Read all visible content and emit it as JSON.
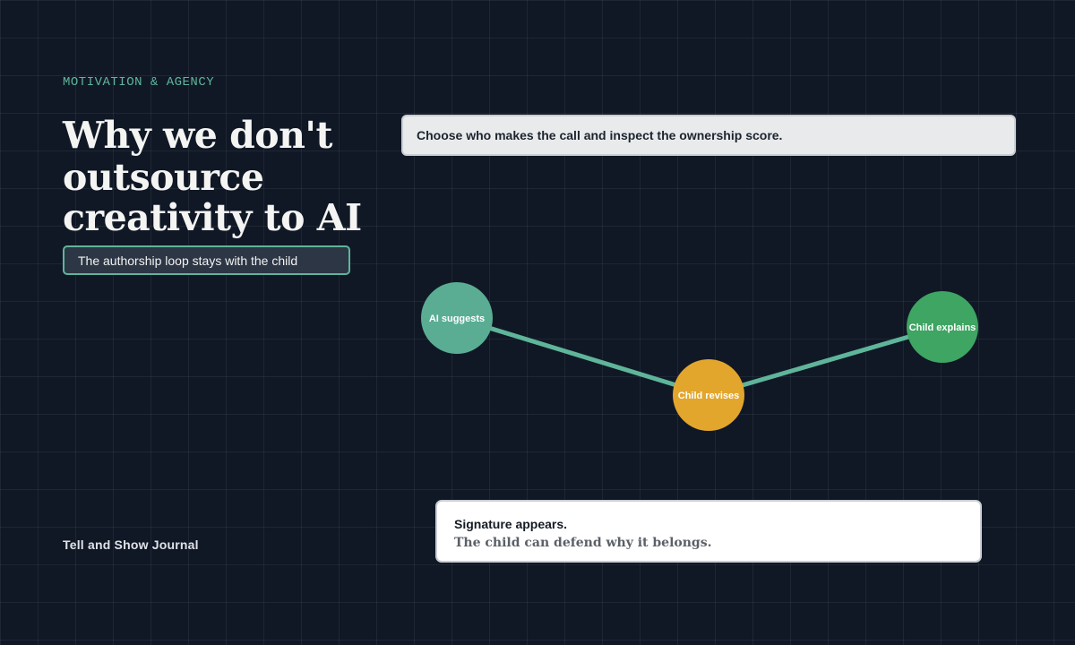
{
  "header": {
    "eyebrow": "MOTIVATION & AGENCY",
    "title_lines": [
      "Why we don't outsource",
      "creativity to AI"
    ]
  },
  "subtitle": "The authorship loop stays with the child",
  "prompt": "Choose who makes the call and inspect the ownership score.",
  "diagram": {
    "nodes": [
      {
        "id": "ai",
        "label": "AI suggests",
        "color": "#5aad93"
      },
      {
        "id": "revise",
        "label": "Child revises",
        "color": "#e3a62d"
      },
      {
        "id": "explain",
        "label": "Child explains",
        "color": "#3ea562"
      }
    ],
    "edge_color": "#5fb59a"
  },
  "result": {
    "title": "Signature appears.",
    "body": "The child can defend why it belongs."
  },
  "footer": {
    "brand": "Tell and Show Journal"
  }
}
